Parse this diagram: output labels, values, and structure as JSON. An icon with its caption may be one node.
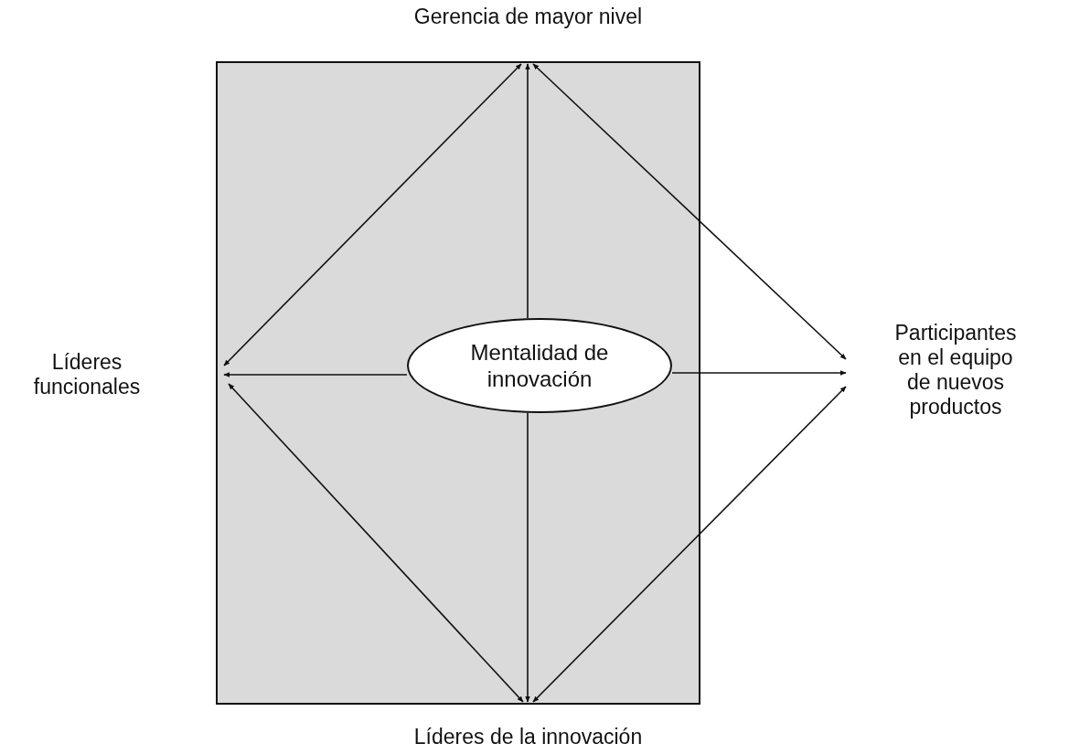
{
  "diagram": {
    "nodes": [
      {
        "text": [
          "Gerencia de mayor nivel"
        ]
      },
      {
        "text": [
          "Líderes funcionales"
        ]
      },
      {
        "text": [
          "Mentalidad de innovación"
        ]
      },
      {
        "text": [
          "Participantes en el equipo de nuevos productos"
        ]
      },
      {
        "text": [
          "Líderes de la innovación"
        ]
      }
    ],
    "edges": [
      {
        "from": 2,
        "to": 0,
        "arrow": "to"
      },
      {
        "from": 2,
        "to": 1,
        "arrow": "to"
      },
      {
        "from": 2,
        "to": 3,
        "arrow": "to"
      },
      {
        "from": 2,
        "to": 4,
        "arrow": "to"
      },
      {
        "from": 0,
        "to": 1,
        "arrow": "both"
      },
      {
        "from": 0,
        "to": 3,
        "arrow": "both"
      },
      {
        "from": 1,
        "to": 4,
        "arrow": "both"
      },
      {
        "from": 3,
        "to": 4,
        "arrow": "both"
      }
    ]
  }
}
